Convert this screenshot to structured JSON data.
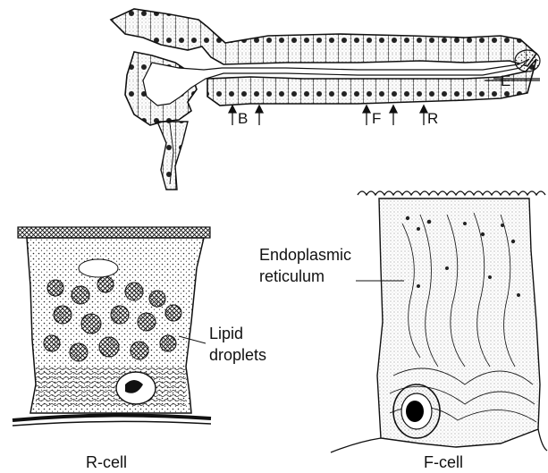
{
  "gland_labels": {
    "E": "E",
    "B": "B",
    "F": "F",
    "R": "R"
  },
  "rcell": {
    "droplet_label_line1": "Lipid",
    "droplet_label_line2": "droplets",
    "caption": "R-cell"
  },
  "fcell": {
    "er_label_line1": "Endoplasmic",
    "er_label_line2": "reticulum",
    "caption": "F-cell"
  },
  "colors": {
    "ink": "#111111",
    "background": "#ffffff",
    "nucleus": "#000000"
  },
  "icons": [
    "arrow-icon"
  ]
}
